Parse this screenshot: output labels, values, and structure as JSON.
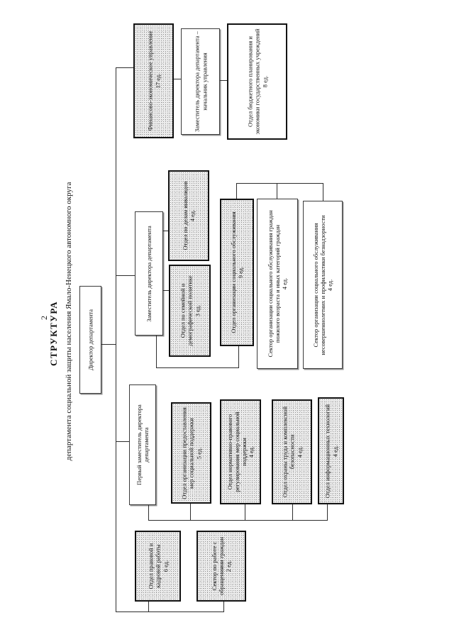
{
  "page": {
    "number": "2",
    "title": "СТРУКТУРА",
    "subtitle": "департамента социальной защиты населения Ямало-Ненецкого автономного округа"
  },
  "colors": {
    "shaded_box_fill": "#ebebeb",
    "line": "#2d2d2d",
    "page_background": "#ffffff"
  },
  "org": {
    "director": {
      "label": "Директор департамента"
    },
    "fin_upr": {
      "label": "Финансово-экономическое управление",
      "units": "17 ед."
    },
    "deputy_head": {
      "label": "Заместитель директора департамента – начальник управления"
    },
    "budget": {
      "label": "Отдел бюджетного планирования и экономики государственных учреждений",
      "units": "8 ед."
    },
    "deputy": {
      "label": "Заместитель директора департамента"
    },
    "disabled": {
      "label": "Отдел по делам инвалидов",
      "units": "4 ед."
    },
    "family": {
      "label": "Отдел по семейной и демографической политике",
      "units": "3 ед."
    },
    "soc_service": {
      "label": "Отдел организации социального обслуживания",
      "units": "9 ед."
    },
    "sector_elderly": {
      "label": "Сектор организации социального обслуживания граждан пожилого возраста и иных категорий граждан",
      "units": "4 ед."
    },
    "sector_minors": {
      "label": "Сектор организации социального обслуживания несовершеннолетних и профилактики безнадзорности",
      "units": "4 ед."
    },
    "first_deputy": {
      "label": "Первый заместитель директора департамента"
    },
    "soc_support": {
      "label": "Отдел организации предоставления мер социальной поддержки",
      "units": "5 ед."
    },
    "legal_reg": {
      "label": "Отдел нормативно-правового регулирования мер социальной поддержки",
      "units": "4 ед."
    },
    "labor_safety": {
      "label": "Отдел охраны труда и комплексной безопасности",
      "units": "4 ед."
    },
    "it": {
      "label": "Отдел информационных технологий",
      "units": "4 ед."
    },
    "legal_hr": {
      "label": "Отдел правовой и кадровой работы",
      "units": "6 ед."
    },
    "sector_appeals": {
      "label": "Сектор по работе с обращениями граждан",
      "units": "2 ед."
    }
  }
}
